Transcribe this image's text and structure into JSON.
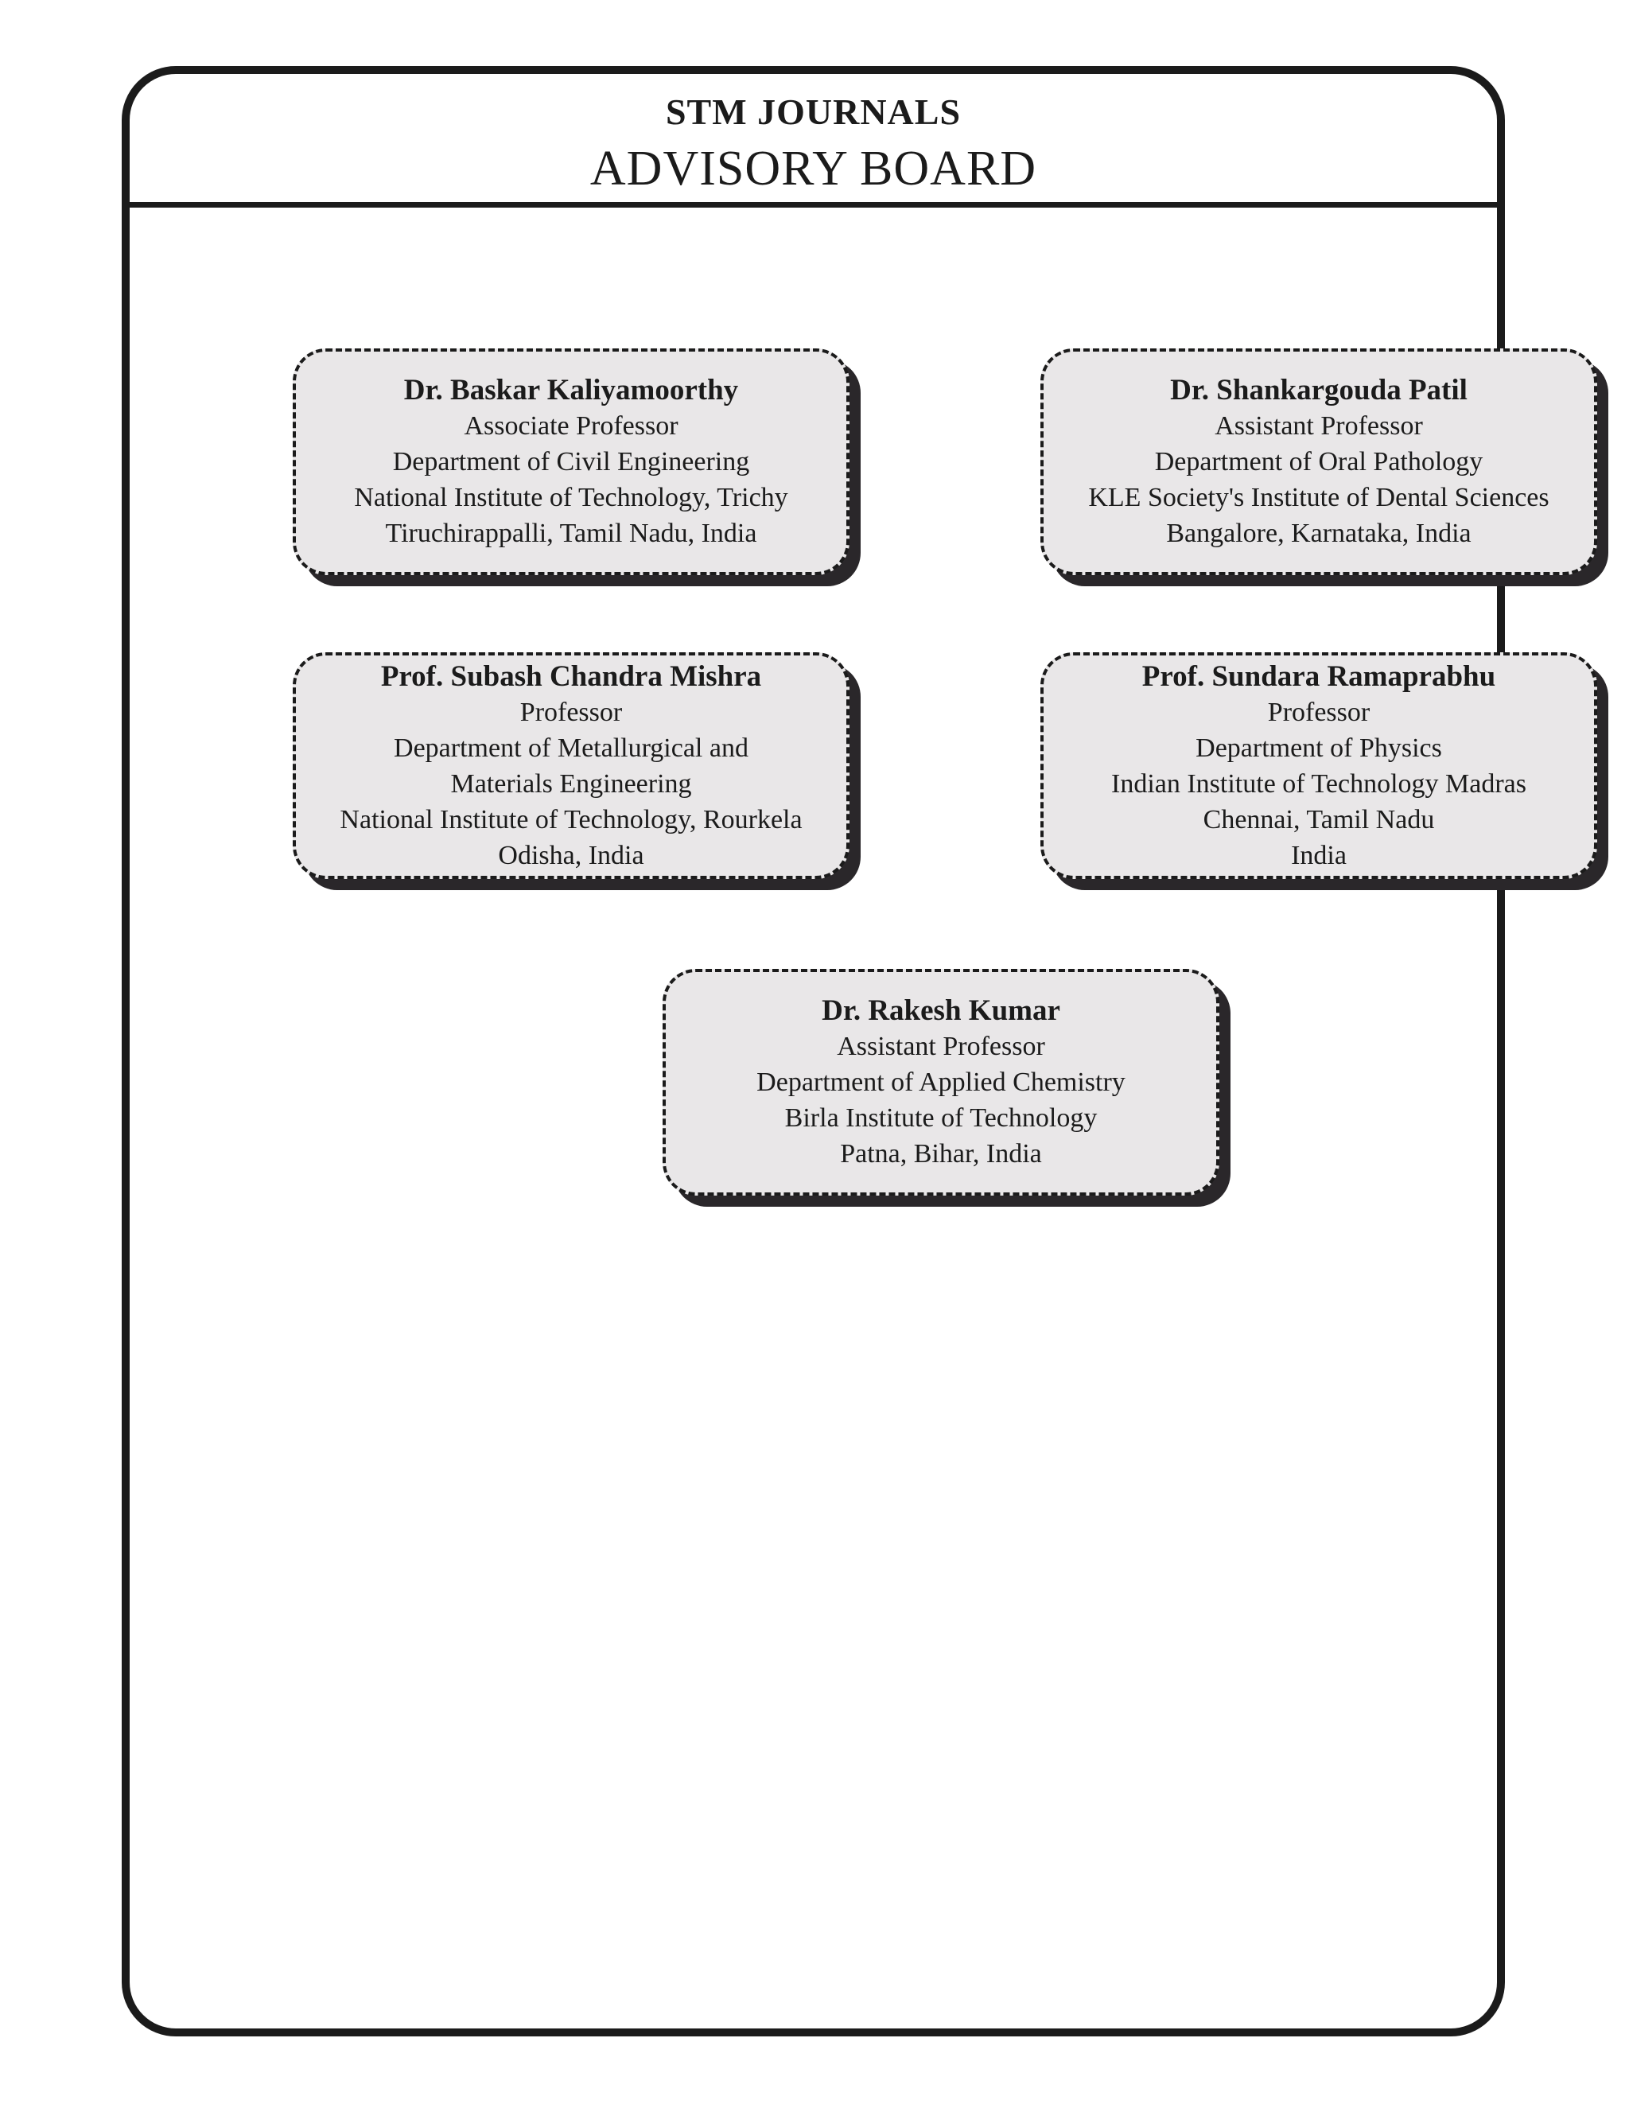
{
  "header": {
    "publisher": "STM JOURNALS",
    "title": "ADVISORY BOARD"
  },
  "board_members": [
    {
      "name": "Dr. Baskar Kaliyamoorthy",
      "lines": [
        "Associate Professor",
        "Department of Civil Engineering",
        "National Institute of Technology, Trichy",
        "Tiruchirappalli, Tamil Nadu, India"
      ]
    },
    {
      "name": "Dr. Shankargouda Patil",
      "lines": [
        "Assistant Professor",
        "Department of Oral Pathology",
        "KLE Society's Institute of Dental Sciences",
        "Bangalore, Karnataka, India"
      ]
    },
    {
      "name": "Prof. Subash Chandra Mishra",
      "lines": [
        "Professor",
        "Department of Metallurgical and",
        "Materials Engineering",
        "National Institute of Technology, Rourkela",
        "Odisha, India"
      ]
    },
    {
      "name": "Prof. Sundara Ramaprabhu",
      "lines": [
        "Professor",
        "Department of Physics",
        "Indian Institute of Technology Madras",
        "Chennai, Tamil Nadu",
        "India"
      ]
    },
    {
      "name": "Dr. Rakesh Kumar",
      "lines": [
        "Assistant Professor",
        "Department of Applied Chemistry",
        "Birla Institute of Technology",
        "Patna, Bihar, India"
      ]
    }
  ],
  "colors": {
    "ink": "#1b1b1b",
    "page_background": "#ffffff",
    "card_background": "#e9e7e8",
    "card_shadow": "#2a272a"
  }
}
